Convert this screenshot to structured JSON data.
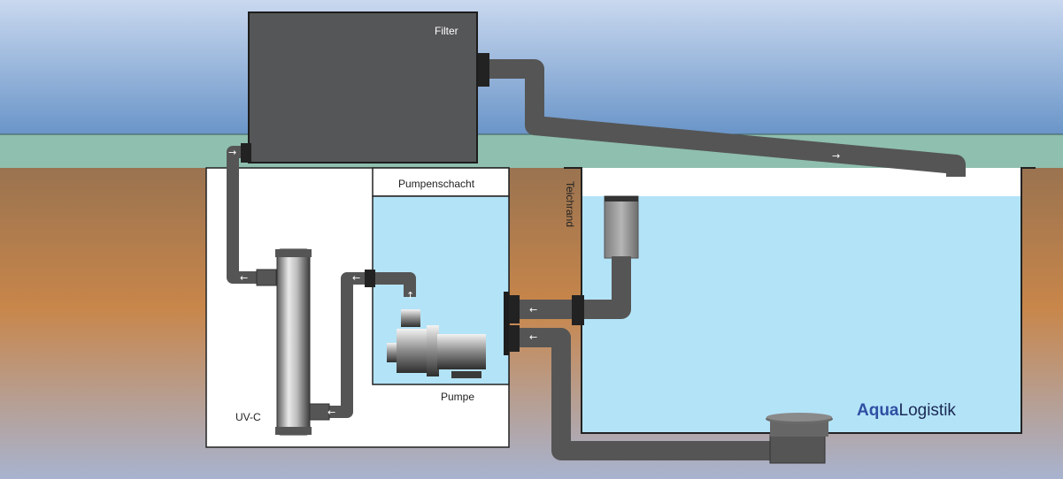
{
  "labels": {
    "filter": "Filter",
    "pump_shaft": "Pumpenschacht",
    "pond_edge": "Teichrand",
    "uvc": "UV-C",
    "pump": "Pumpe"
  },
  "logo": {
    "part1": "Aqua",
    "part2": "Logistik"
  },
  "flow_arrows": {
    "left": "←",
    "right": "→",
    "up": "↑"
  },
  "colors": {
    "sky_top": "#c6d6ee",
    "sky_bottom": "#6d97c8",
    "grass": "#8fbfae",
    "soil": "#c08a5a",
    "water": "#b3e3f7",
    "pipe": "#555555",
    "filter_box": "#555658",
    "logo_blue": "#2f4fa3"
  }
}
